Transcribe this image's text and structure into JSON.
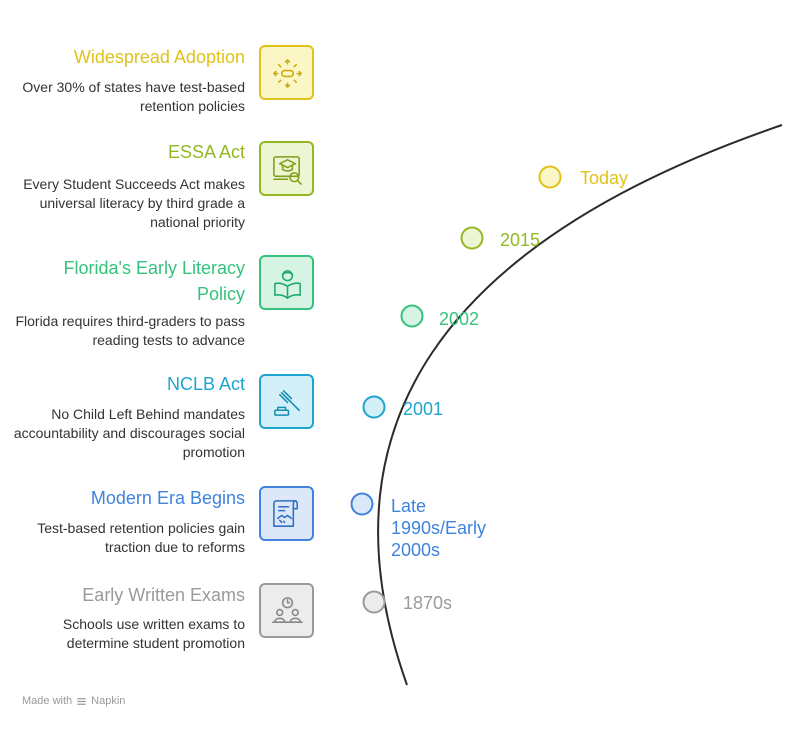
{
  "events": [
    {
      "id": "widespread",
      "title": "Widespread Adoption",
      "description": "Over 30% of states have test-based retention policies",
      "year": "Today",
      "color": "#e0c21b",
      "fill": "#fbf6c6",
      "icon": "scan-icon"
    },
    {
      "id": "essa",
      "title": "ESSA Act",
      "description": "Every Student Succeeds Act makes universal literacy by third grade a national priority",
      "year": "2015",
      "color": "#93b823",
      "fill": "#eef5d3",
      "icon": "graduation-search-icon"
    },
    {
      "id": "florida",
      "title": "Florida's Early Literacy Policy",
      "description": "Florida requires third-graders to pass reading tests to advance",
      "year": "2002",
      "color": "#34c27c",
      "fill": "#d6f3e4",
      "icon": "reader-icon"
    },
    {
      "id": "nclb",
      "title": "NCLB Act",
      "description": "No Child Left Behind mandates accountability and discourages social promotion",
      "year": "2001",
      "color": "#1ea5cf",
      "fill": "#d3eff8",
      "icon": "gavel-icon"
    },
    {
      "id": "modern",
      "title": "Modern Era Begins",
      "description": "Test-based retention policies gain traction due to reforms",
      "year": "Late 1990s/Early 2000s",
      "color": "#3f83dd",
      "fill": "#dce8f8",
      "icon": "certificate-handshake-icon"
    },
    {
      "id": "early",
      "title": "Early Written Exams",
      "description": "Schools use written exams to determine student promotion",
      "year": "1870s",
      "color": "#9a9a9a",
      "fill": "#ececec",
      "icon": "classroom-icon"
    }
  ],
  "footer": {
    "made_with": "Made with",
    "brand": "Napkin"
  }
}
